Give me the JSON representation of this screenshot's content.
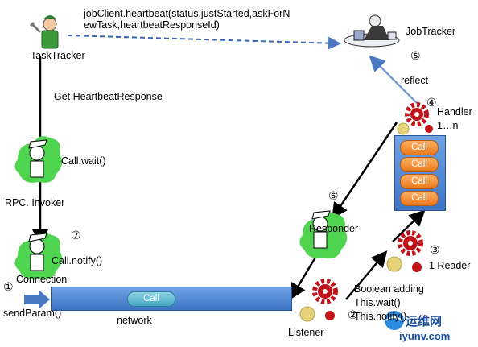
{
  "labels": {
    "heartbeat_call": "jobClient.heartbeat(status,justStarted,askForN\newTask,heartbeatResponseId)",
    "task_tracker": "TaskTracker",
    "job_tracker": "JobTracker",
    "get_response": "Get HeartbeatResponse",
    "call_wait": "Call.wait()",
    "rpc_invoker": "RPC. Invoker",
    "call_notify": "Call.notify()",
    "connection": "Connection",
    "send_param": "sendParam()",
    "network": "network",
    "listener": "Listener",
    "responder": "Responder",
    "reflect": "reflect",
    "handler": "Handler",
    "handler_range": "1…n",
    "reader": "1 Reader",
    "boolean_adding": "Boolean adding",
    "this_wait": "This.wait()",
    "this_notify": "This.notify()",
    "net_call": "Call"
  },
  "queue_calls": [
    "Call",
    "Call",
    "Call",
    "Call"
  ],
  "step_numbers": [
    "①",
    "②",
    "③",
    "④",
    "⑤",
    "⑥",
    "⑦"
  ],
  "watermark": {
    "line1": "运维网",
    "line2": "iyunv.com"
  },
  "colors": {
    "network_blue": "#3d73c4",
    "call_orange": "#e9781a",
    "gear_red": "#c0141a",
    "gear_yellow": "#e6d27a"
  }
}
